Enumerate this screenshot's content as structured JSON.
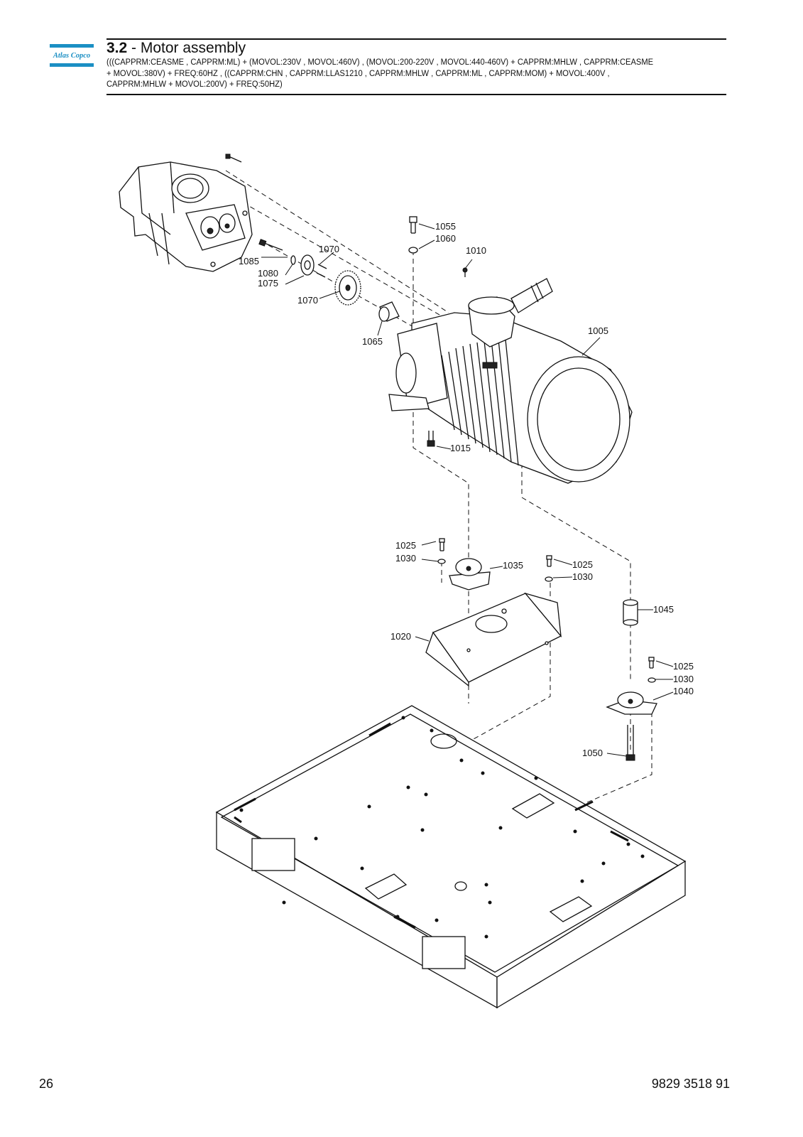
{
  "header": {
    "logo_text": "Atlas Copco",
    "section_number": "3.2",
    "section_title": " - Motor assembly",
    "conditions": [
      "(((CAPPRM:CEASME , CAPPRM:ML) + (MOVOL:230V , MOVOL:460V) , (MOVOL:200-220V , MOVOL:440-460V) + CAPPRM:MHLW , CAPPRM:CEASME",
      "+ MOVOL:380V) + FREQ:60HZ , ((CAPPRM:CHN , CAPPRM:LLAS1210 , CAPPRM:MHLW , CAPPRM:ML , CAPPRM:MOM) + MOVOL:400V ,",
      "CAPPRM:MHLW + MOVOL:200V) + FREQ:50HZ)"
    ]
  },
  "callouts": {
    "c1055": "1055",
    "c1060": "1060",
    "c1010": "1010",
    "c1070a": "1070",
    "c1085": "1085",
    "c1080": "1080",
    "c1075": "1075",
    "c1070b": "1070",
    "c1065": "1065",
    "c1005": "1005",
    "c1015": "1015",
    "c1025a": "1025",
    "c1030a": "1030",
    "c1035": "1035",
    "c1025b": "1025",
    "c1030b": "1030",
    "c1020": "1020",
    "c1045": "1045",
    "c1025c": "1025",
    "c1030c": "1030",
    "c1040": "1040",
    "c1050": "1050"
  },
  "footer": {
    "page_number": "26",
    "document_number": "9829 3518 91"
  }
}
